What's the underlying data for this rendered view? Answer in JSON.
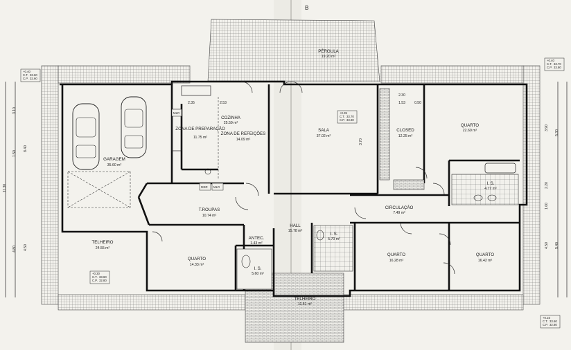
{
  "sheet_label": "B",
  "rooms": [
    {
      "id": "garagem",
      "name": "GARAGEM",
      "area": "35.60 m²"
    },
    {
      "id": "cozinha",
      "name": "COZINHA",
      "area": "25.59 m²"
    },
    {
      "id": "preparacao",
      "name": "ZONA DE PREPARAÇÃO",
      "area": "11.75 m²"
    },
    {
      "id": "refeicoes",
      "name": "ZONA DE REFEIÇÕES",
      "area": "14.09 m²"
    },
    {
      "id": "sala",
      "name": "SALA",
      "area": "37.02 m²"
    },
    {
      "id": "closed",
      "name": "CLOSED",
      "area": "12.25 m²"
    },
    {
      "id": "quarto_ne",
      "name": "QUARTO",
      "area": "22.60 m²"
    },
    {
      "id": "pergula",
      "name": "PÉRGULA",
      "area": "19.20 m²"
    },
    {
      "id": "troupas",
      "name": "T.ROUPAS",
      "area": "10.74 m²"
    },
    {
      "id": "circulacao",
      "name": "CIRCULAÇÃO",
      "area": "7.49 m²"
    },
    {
      "id": "hall",
      "name": "HALL",
      "area": "15.78 m²"
    },
    {
      "id": "antec",
      "name": "ANTEC.",
      "area": "1.43 m²"
    },
    {
      "id": "ls_w",
      "name": "I. S.",
      "area": "5.60 m²"
    },
    {
      "id": "ls_mid",
      "name": "I. S.",
      "area": "5.70 m²"
    },
    {
      "id": "ls_ne",
      "name": "I. S.",
      "area": "4.77 m²"
    },
    {
      "id": "quarto_sw",
      "name": "QUARTO",
      "area": "14.33 m²"
    },
    {
      "id": "quarto_s",
      "name": "QUARTO",
      "area": "16.28 m²"
    },
    {
      "id": "quarto_se",
      "name": "QUARTO",
      "area": "16.42 m²"
    },
    {
      "id": "telheiro_w",
      "name": "TELHEIRO",
      "area": "24.55 m²"
    },
    {
      "id": "telheiro_s",
      "name": "TELHEIRO",
      "area": "11.51 m²"
    }
  ],
  "fixtures": {
    "mlr": "MLR",
    "msr": "MSR",
    "mlr2": "MLR"
  },
  "dimensions": {
    "left": [
      "3.10",
      "1.50",
      "4.80",
      "8.40",
      "4.50",
      "11.30"
    ],
    "right": [
      "3.90",
      "5.30",
      "2.20",
      "1.00",
      "4.50",
      "5.40"
    ],
    "inner": [
      "2.35",
      "2.53",
      "2.30",
      "1.53",
      "0.50",
      "3.70"
    ]
  },
  "level_tags": [
    "+0.40",
    "C.T.",
    "C.P.",
    "+0.30",
    "+0.35",
    "+0.15"
  ],
  "level_values": [
    "33.60",
    "32.60",
    "33.70",
    "33.80",
    "32.80"
  ]
}
